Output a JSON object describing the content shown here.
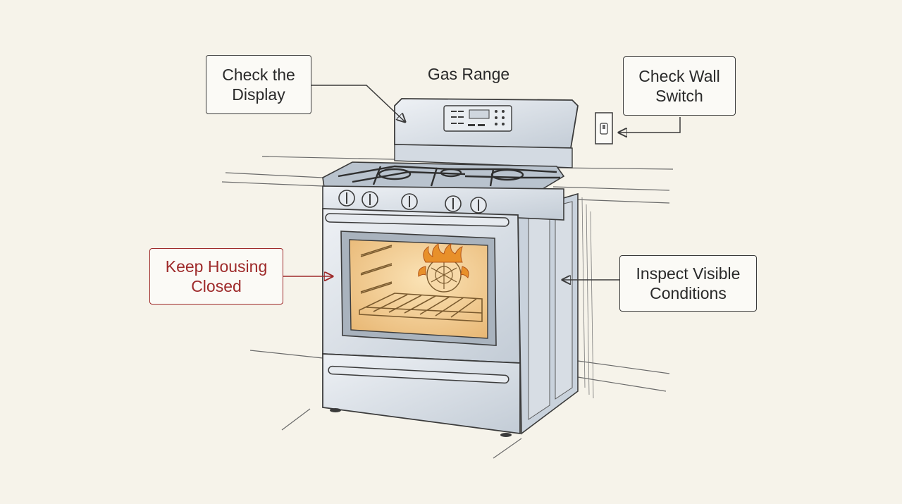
{
  "diagram": {
    "title": "Gas Range",
    "callouts": {
      "display": "Check the\nDisplay",
      "wall_switch": "Check Wall\nSwitch",
      "housing": "Keep Housing\nClosed",
      "conditions": "Inspect Visible\nConditions"
    }
  },
  "colors": {
    "background": "#f6f3ea",
    "ink": "#3b3b3b",
    "warning": "#9e2a2a",
    "oven_glow": "#f2cf95",
    "flame": "#e8902a",
    "steel": "#c9d2dc"
  }
}
